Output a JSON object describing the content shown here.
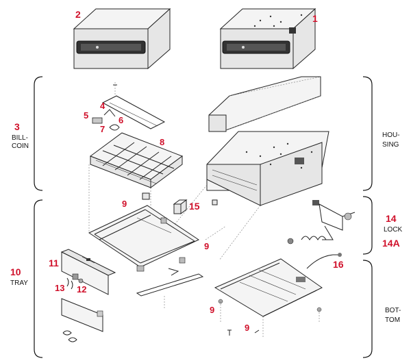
{
  "callouts": {
    "c1": "1",
    "c2": "2",
    "c3": "3",
    "c4": "4",
    "c5": "5",
    "c6": "6",
    "c7": "7",
    "c8": "8",
    "c9a": "9",
    "c9b": "9",
    "c9c": "9",
    "c9d": "9",
    "c10": "10",
    "c11": "11",
    "c12": "12",
    "c13": "13",
    "c14": "14",
    "c14a": "14A",
    "c15": "15",
    "c16": "16"
  },
  "groups": {
    "bill_coin_line1": "BILL-",
    "bill_coin_line2": "COIN",
    "housing_line1": "HOU-",
    "housing_line2": "SING",
    "tray": "TRAY",
    "lock": "LOCK",
    "bottom_line1": "BOT-",
    "bottom_line2": "TOM"
  },
  "colors": {
    "callout": "#d0102a",
    "line": "#222222",
    "panel": "#e6e6e6"
  }
}
